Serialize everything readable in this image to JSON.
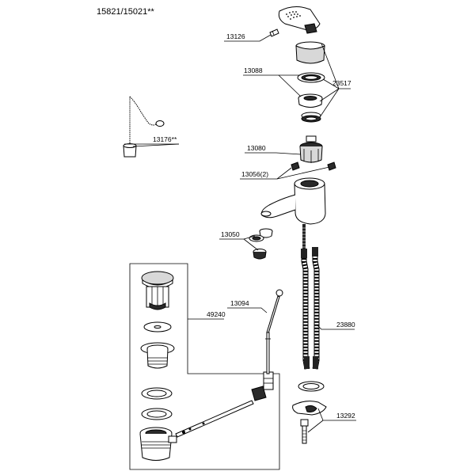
{
  "title": "15821/15021**",
  "labels": {
    "p13126": "13126",
    "p13088": "13088",
    "p23517": "23517",
    "p13176": "13176**",
    "p13080": "13080",
    "p13056": "13056(2)",
    "p13050": "13050",
    "p13094": "13094",
    "p49240": "49240",
    "p23880": "23880",
    "p13292": "13292"
  }
}
